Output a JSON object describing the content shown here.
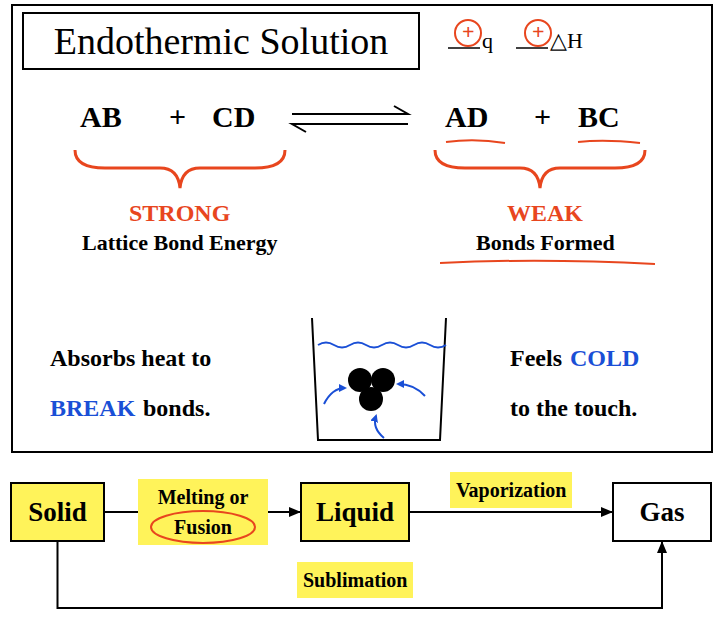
{
  "diagram": {
    "nodes": [
      {
        "text": [
          "Endothermic Solution"
        ]
      },
      {
        "text": [
          "Solid"
        ]
      },
      {
        "text": [
          "Liquid"
        ]
      },
      {
        "text": [
          "Gas"
        ]
      }
    ],
    "edges": [
      {
        "from": 1,
        "to": 2,
        "arrow": "to",
        "label": "Melting or Fusion"
      },
      {
        "from": 2,
        "to": 3,
        "arrow": "to",
        "label": "Vaporization"
      },
      {
        "from": 1,
        "to": 3,
        "arrow": "to",
        "label": "Sublimation"
      }
    ],
    "labels": [
      "+",
      "q",
      "+",
      "△H",
      "AB",
      "+",
      "CD",
      "AD",
      "+",
      "BC",
      "STRONG",
      "Lattice Bond Energy",
      "WEAK",
      "Bonds Formed",
      "Absorbs heat to",
      "BREAK",
      "bonds.",
      "Feels",
      "COLD",
      "to the touch."
    ]
  }
}
